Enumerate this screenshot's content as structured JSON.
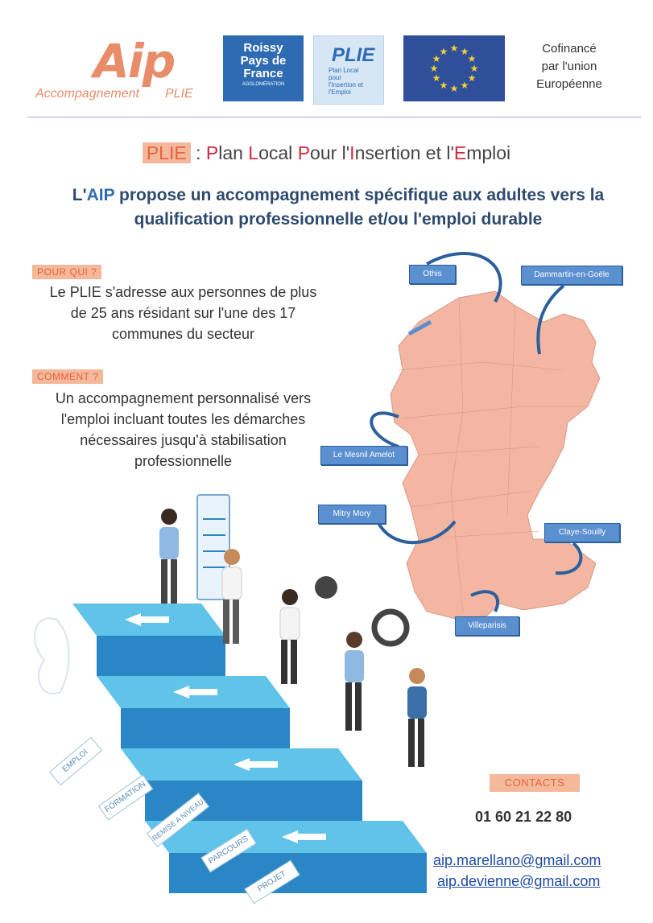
{
  "header": {
    "aip_logo_text": "Aip",
    "aip_logo_sub1": "Accompagnement",
    "aip_logo_sub2": "PLIE",
    "roissy_line1": "Roissy",
    "roissy_line2": "Pays de",
    "roissy_line3": "France",
    "roissy_sub": "AGGLOMÉRATION",
    "plie_logo_big": "PLIE",
    "plie_logo_small": "Plan Local pour l'Insertion et l'Emploi",
    "cofinance_line1": "Cofinancé",
    "cofinance_line2": "par l'union",
    "cofinance_line3": "Européenne"
  },
  "title": {
    "tag": "PLIE",
    "sep": " : ",
    "w1a": "P",
    "w1b": "lan ",
    "w2a": "L",
    "w2b": "ocal ",
    "w3a": "P",
    "w3b": "our l'",
    "w4a": "I",
    "w4b": "nsertion et l'",
    "w5a": "E",
    "w5b": "mploi"
  },
  "headline": {
    "prefix": "L'",
    "aip": "AIP",
    "rest": " propose un accompagnement spécifique aux adultes vers la qualification professionnelle et/ou l'emploi durable"
  },
  "sections": {
    "pour_qui_label": "POUR QUI ?",
    "pour_qui_text": "Le PLIE s'adresse aux personnes de plus de 25 ans résidant sur l'une des 17 communes du secteur",
    "comment_label": "COMMENT ?",
    "comment_text": "Un accompagnement personnalisé vers l'emploi incluant toutes les démarches nécessaires jusqu'à stabilisation professionnelle"
  },
  "map": {
    "callouts": [
      "Othis",
      "Dammartin-en-Goële",
      "Le Mesnil Amelot",
      "Mitry Mory",
      "Claye-Souilly",
      "Villeparisis"
    ]
  },
  "steps": [
    "EMPLOI",
    "FORMATION",
    "REMISE A NIVEAU",
    "PARCOURS",
    "PROJET"
  ],
  "contacts": {
    "label": "CONTACTS",
    "phone": "01 60 21 22 80",
    "email1": "aip.marellano@gmail.com",
    "email2": "aip.devienne@gmail.com"
  },
  "colors": {
    "accent": "#e8633d",
    "badge_bg": "#f4b89a",
    "navy": "#2d4a6e",
    "blue": "#2f6bb3",
    "map_fill": "#f2b6a2",
    "stair": "#3aa3d6"
  }
}
